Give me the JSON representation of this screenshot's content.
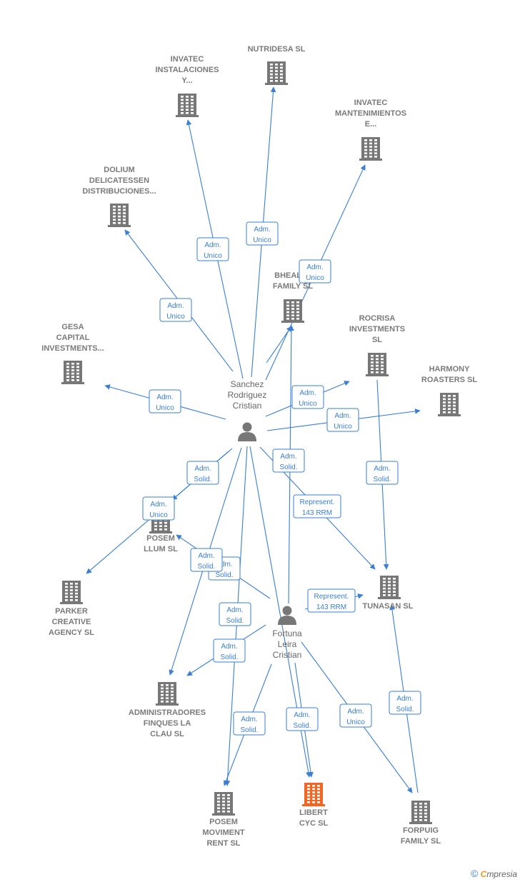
{
  "nodes": {
    "nutridesa": {
      "lines": [
        "NUTRIDESA  SL"
      ],
      "color": "#777777"
    },
    "invatec_inst": {
      "lines": [
        "INVATEC",
        "INSTALACIONES",
        "Y..."
      ],
      "color": "#777777"
    },
    "invatec_mant": {
      "lines": [
        "INVATEC",
        "MANTENIMIENTOS",
        "E..."
      ],
      "color": "#777777"
    },
    "dolium": {
      "lines": [
        "DOLIUM",
        "DELICATESSEN",
        "DISTRIBUCIONES..."
      ],
      "color": "#777777"
    },
    "bhealth": {
      "lines": [
        "BHEALTH",
        "FAMILY  SL"
      ],
      "color": "#777777"
    },
    "rocrisa": {
      "lines": [
        "ROCRISA",
        "INVESTMENTS",
        "SL"
      ],
      "color": "#777777"
    },
    "harmony": {
      "lines": [
        "HARMONY",
        "ROASTERS  SL"
      ],
      "color": "#777777"
    },
    "gesa": {
      "lines": [
        "GESA",
        "CAPITAL",
        "INVESTMENTS..."
      ],
      "color": "#777777"
    },
    "posem_llum": {
      "lines": [
        "POSEM",
        "LLUM  SL"
      ],
      "color": "#777777"
    },
    "parker": {
      "lines": [
        "PARKER",
        "CREATIVE",
        "AGENCY  SL"
      ],
      "color": "#777777"
    },
    "tunasan": {
      "lines": [
        "TUNASAN  SL"
      ],
      "color": "#777777"
    },
    "administradores": {
      "lines": [
        "ADMINISTRADORES",
        "FINQUES LA",
        "CLAU  SL"
      ],
      "color": "#777777"
    },
    "posem_moviment": {
      "lines": [
        "POSEM",
        "MOVIMENT",
        "RENT  SL"
      ],
      "color": "#777777"
    },
    "libert": {
      "lines": [
        "LIBERT",
        "CYC  SL"
      ],
      "color": "#f26522"
    },
    "forpuig": {
      "lines": [
        "FORPUIG",
        "FAMILY  SL"
      ],
      "color": "#777777"
    }
  },
  "persons": {
    "sanchez": {
      "lines": [
        "Sanchez",
        "Rodriguez",
        "Cristian"
      ]
    },
    "fortuna": {
      "lines": [
        "Fortuna",
        "Leira",
        "Cristian"
      ]
    }
  },
  "edge_labels": [
    {
      "id": "e1",
      "lines": [
        "Adm.",
        "Unico"
      ]
    },
    {
      "id": "e2",
      "lines": [
        "Adm.",
        "Unico"
      ]
    },
    {
      "id": "e3",
      "lines": [
        "Adm.",
        "Unico"
      ]
    },
    {
      "id": "e4",
      "lines": [
        "Adm.",
        "Unico"
      ]
    },
    {
      "id": "e5",
      "lines": [
        "Adm.",
        "Unico"
      ]
    },
    {
      "id": "e6",
      "lines": [
        "Adm.",
        "Unico"
      ]
    },
    {
      "id": "e7",
      "lines": [
        "Adm.",
        "Unico"
      ]
    },
    {
      "id": "e8",
      "lines": [
        "Adm.",
        "Solid."
      ]
    },
    {
      "id": "e9",
      "lines": [
        "Adm.",
        "Unico"
      ]
    },
    {
      "id": "e10",
      "lines": [
        "Adm.",
        "Solid."
      ]
    },
    {
      "id": "e11",
      "lines": [
        "Represent.",
        "143 RRM"
      ]
    },
    {
      "id": "e12",
      "lines": [
        "Adm.",
        "Solid."
      ]
    },
    {
      "id": "e13",
      "lines": [
        "Adm.",
        "Solid."
      ]
    },
    {
      "id": "e14",
      "lines": [
        "Adm.",
        "Solid."
      ]
    },
    {
      "id": "e15",
      "lines": [
        "Adm.",
        "Solid."
      ]
    },
    {
      "id": "e16",
      "lines": [
        "Represent.",
        "143 RRM"
      ]
    },
    {
      "id": "e17",
      "lines": [
        "Adm.",
        "Solid."
      ]
    },
    {
      "id": "e18",
      "lines": [
        "Adm.",
        "Solid."
      ]
    },
    {
      "id": "e19",
      "lines": [
        "Adm.",
        "Solid."
      ]
    },
    {
      "id": "e20",
      "lines": [
        "Adm.",
        "Solid."
      ]
    },
    {
      "id": "e21",
      "lines": [
        "Adm.",
        "Unico"
      ]
    },
    {
      "id": "e22",
      "lines": [
        "Adm.",
        "Solid."
      ]
    },
    {
      "id": "e23",
      "lines": [
        "Adm.",
        "Unico"
      ]
    }
  ],
  "footer": {
    "copyright": "©",
    "brand_first": "C",
    "brand_rest": "mpresia"
  }
}
